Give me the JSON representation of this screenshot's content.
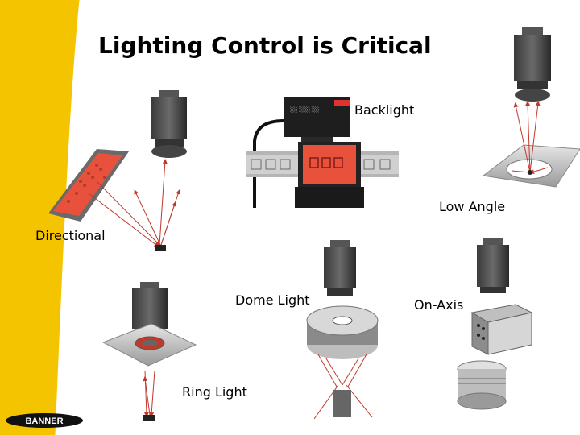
{
  "slide": {
    "title": "Lighting Control is Critical",
    "accent_color": "#f5c400"
  },
  "labels": {
    "backlight": "Backlight",
    "low_angle": "Low Angle",
    "directional": "Directional",
    "dome_light": "Dome Light",
    "on_axis": "On-Axis",
    "ring_light": "Ring Light"
  },
  "logo": {
    "text": "BANNER",
    "icon": "banner-logo"
  }
}
